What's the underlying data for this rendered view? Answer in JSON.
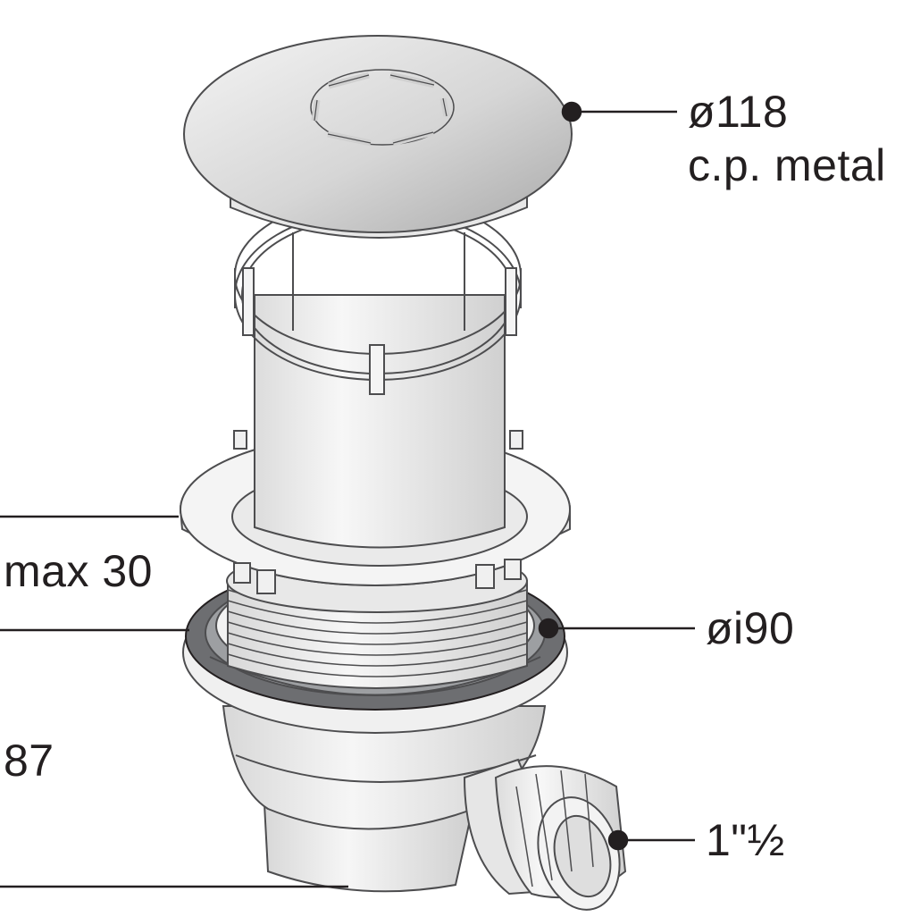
{
  "labels": {
    "top_diameter": "ø118",
    "top_material": "c.p. metal",
    "height_adjust": "max 30",
    "seal_diameter": "øi90",
    "total_height": "87",
    "outlet_size": "1\"½"
  },
  "colors": {
    "line": "#231f20",
    "outline": "#4d4d4f",
    "plastic": "#ececec",
    "plastic_shade": "#d4d4d4",
    "chrome_light": "#f2f2f2",
    "chrome_dark": "#bdbdbd",
    "gasket": "#6d6e71"
  }
}
